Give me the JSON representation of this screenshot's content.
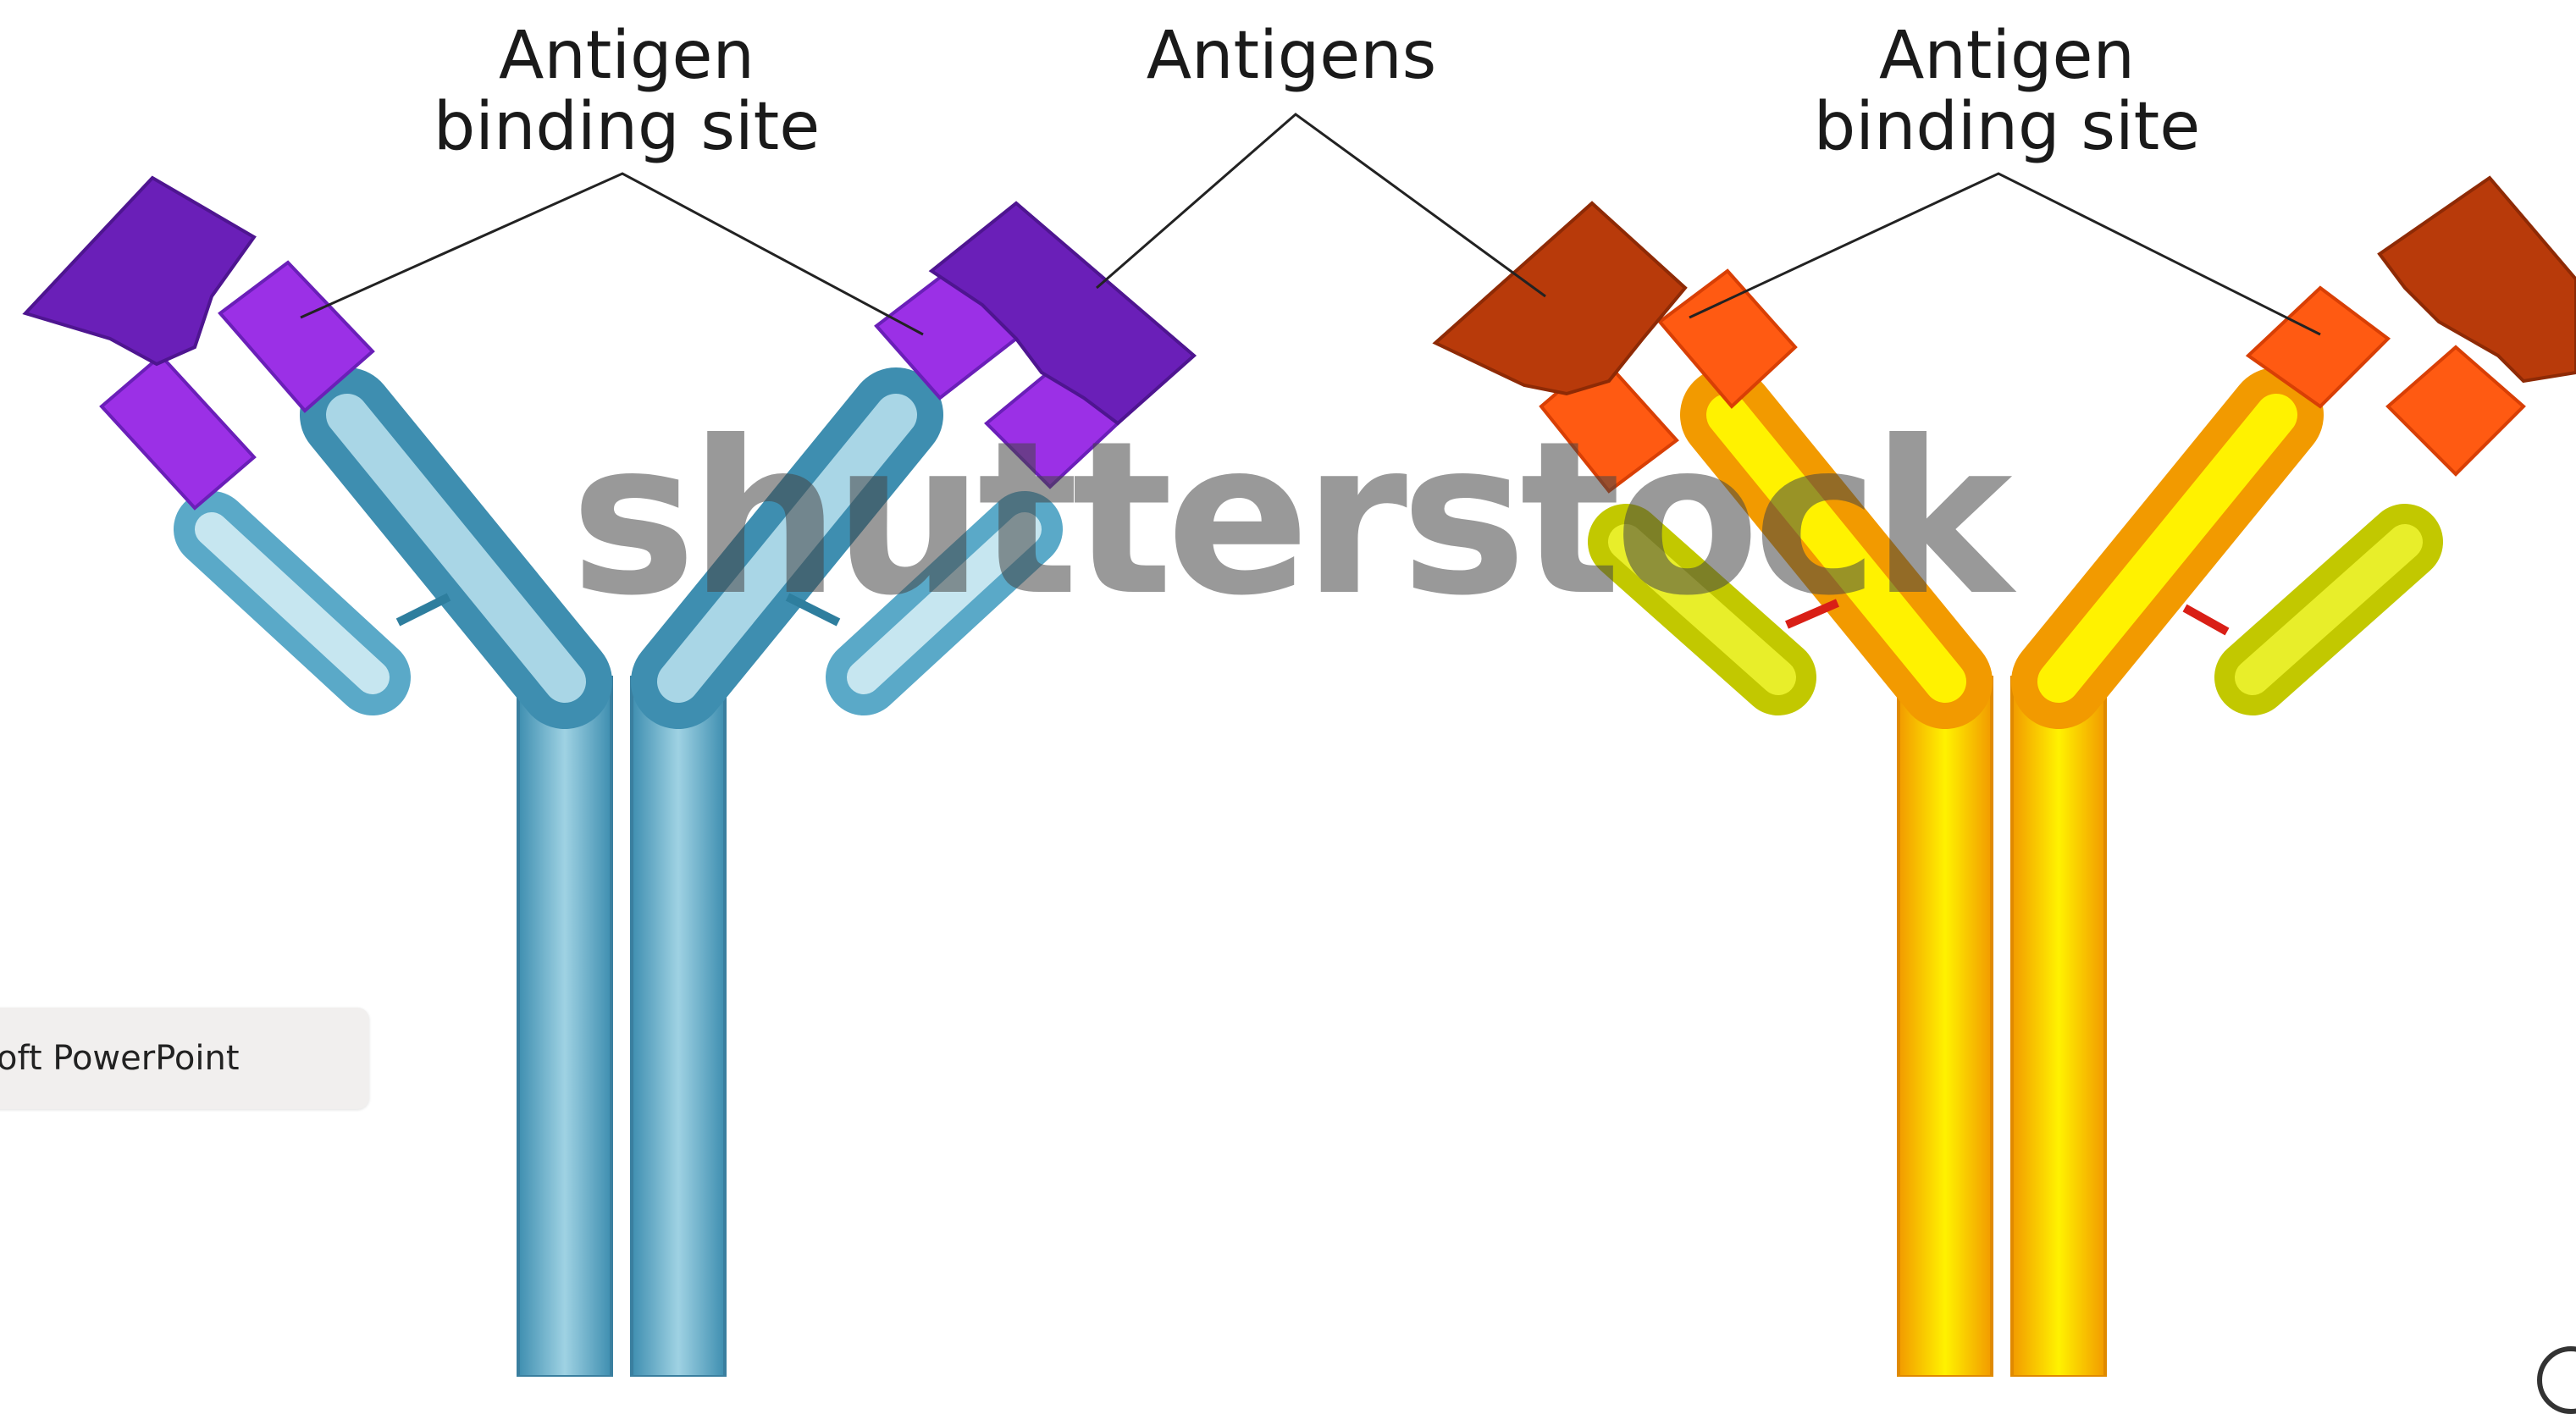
{
  "labels": {
    "left": {
      "line1": "Antigen",
      "line2": "binding site"
    },
    "middle": {
      "line1": "Antigens"
    },
    "right": {
      "line1": "Antigen",
      "line2": "binding site"
    }
  },
  "watermark": "shutterstock",
  "source_chip": "oft PowerPoint",
  "colors": {
    "blue_body": "#5aa9c8",
    "blue_light": "#a9d6e6",
    "purple": "#9b30e6",
    "purple_dark": "#6a1fb8",
    "yellow": "#f6e200",
    "orange_body": "#f7b400",
    "orange": "#ff5a12",
    "rust": "#b83a0a",
    "lime": "#d8e21a",
    "red_link": "#d91f16"
  },
  "icons": {
    "corner": "info-icon"
  }
}
